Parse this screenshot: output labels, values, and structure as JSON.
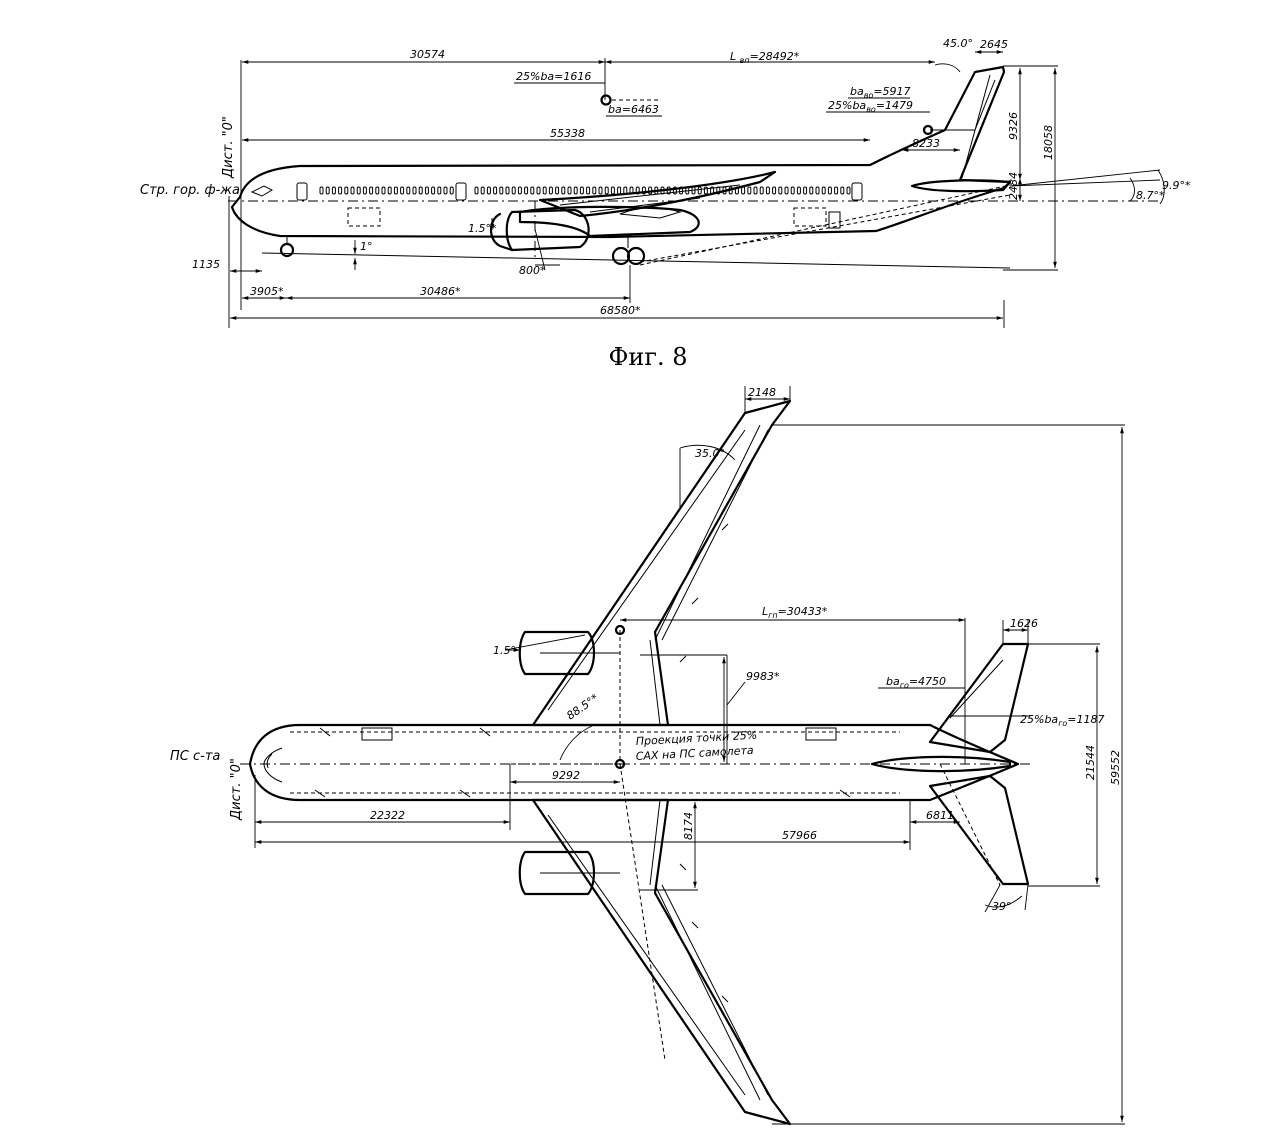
{
  "caption": "Фиг. 8",
  "side_view": {
    "ref_label": "Стр. гор. ф-жа",
    "datum_label": "Дист. \"0\"",
    "dims": {
      "d30574": "30574",
      "mac_wing": "L ",
      "mac_wing_sub": "вп",
      "mac_wing_val": "=28492*",
      "quarter_ba": "25%ba=1616",
      "ba": "ba=6463",
      "d55338": "55338",
      "ba_vo": "ba",
      "ba_vo_sub": "во",
      "ba_vo_val": "=5917",
      "q_ba_vo": "25%ba",
      "q_ba_vo_sub": "во",
      "q_ba_vo_val": "=1479",
      "d8233": "8233",
      "d9326": "9326",
      "d18058": "18058",
      "d2484": "2484",
      "ang45": "45.0°",
      "d2645": "2645",
      "ang87": "8.7°*",
      "ang99": "9.9°*",
      "ang15": "1.5°*",
      "ang1": "1°",
      "d800": "800*",
      "d1135": "1135",
      "d3905": "3905*",
      "d30486": "30486*",
      "d68580": "68580*"
    }
  },
  "top_view": {
    "ref_label": "ПС с-та",
    "datum_label": "Дист. \"0\"",
    "projection_line1": "Проекция точки 25%",
    "projection_line2": "САХ на ПС самолета",
    "dims": {
      "d2148": "2148",
      "ang35": "35.0°",
      "mac": "L",
      "mac_sub": "гп",
      "mac_val": "=30433*",
      "d1626": "1626",
      "ang15": "1.5°",
      "d9983": "9983*",
      "ang885": "88.5°*",
      "ba_go": "ba",
      "ba_go_sub": "го",
      "ba_go_val": "=4750",
      "q_ba_go": "25%ba",
      "q_ba_go_sub": "го",
      "q_ba_go_val": "=1187",
      "d9292": "9292",
      "d21544": "21544",
      "d59552": "59552",
      "d22322": "22322",
      "d8174": "8174",
      "d57966": "57966",
      "d6811": "6811",
      "ang39": "39°"
    }
  }
}
